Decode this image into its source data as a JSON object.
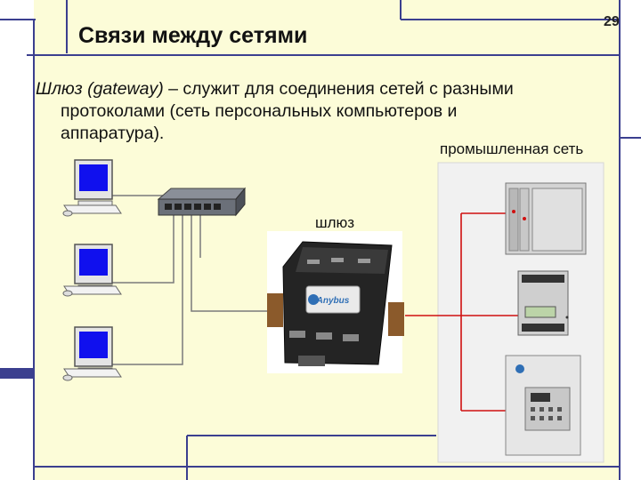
{
  "slide": {
    "title": "Связи между сетями",
    "page_number": "29",
    "paragraph": {
      "term": "Шлюз (gateway)",
      "rest_line1": " – служит для соединения сетей с разными",
      "line2": "протоколами (сеть персональных компьютеров и",
      "line3": "аппаратура)."
    },
    "labels": {
      "industrial_network": "промышленная сеть",
      "gateway": "шлюз",
      "device_logo": "Anybus"
    },
    "colors": {
      "slide_background": "#fcfcd8",
      "accent_line": "#3b3f8f",
      "network_link": "#d01010",
      "screen_blue": "#1010ee"
    }
  }
}
